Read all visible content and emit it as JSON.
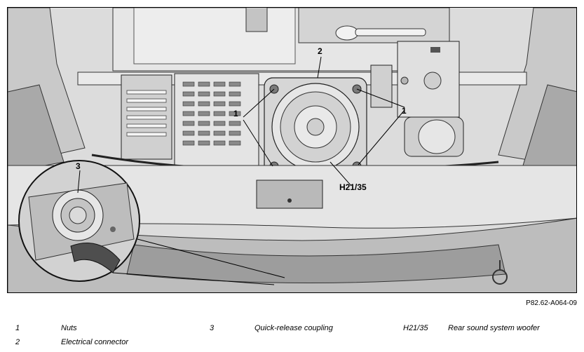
{
  "figure": {
    "callouts": {
      "c1_left": "1",
      "c1_right": "1",
      "c2": "2",
      "c3": "3",
      "h2135": "H21/35"
    }
  },
  "reference": "P82.62-A064-09",
  "legend": [
    {
      "key": "1",
      "text": "Nuts"
    },
    {
      "key": "2",
      "text": "Electrical connector"
    },
    {
      "key": "3",
      "text": "Quick-release coupling"
    },
    {
      "key": "H21/35",
      "text": "Rear sound system woofer"
    }
  ],
  "colors": {
    "line": "#1a1a1a",
    "body": "#d8d8d8",
    "shadow": "#9a9a9a",
    "dark": "#5a5a5a"
  }
}
